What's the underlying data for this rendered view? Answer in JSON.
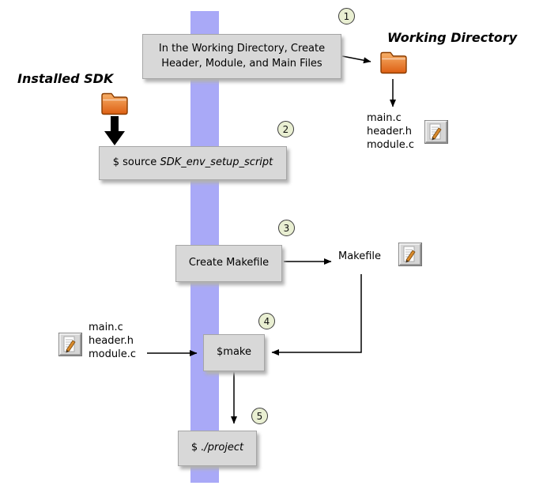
{
  "headings": {
    "installed_sdk": "Installed SDK",
    "working_directory": "Working Directory"
  },
  "steps": {
    "s1": {
      "num": "1",
      "line1": "In the Working Directory, Create",
      "line2": "Header, Module, and Main Files"
    },
    "s2": {
      "num": "2",
      "prefix": "$ source ",
      "script": "SDK_env_setup_script"
    },
    "s3": {
      "num": "3",
      "label": "Create Makefile"
    },
    "s4": {
      "num": "4",
      "label": "$make"
    },
    "s5": {
      "num": "5",
      "prefix": "$ ",
      "command": "./project"
    }
  },
  "labels": {
    "makefile": "Makefile"
  },
  "files": {
    "working_dir": [
      "main.c",
      "header.h",
      "module.c"
    ],
    "inputs": [
      "main.c",
      "header.h",
      "module.c"
    ]
  },
  "icons": {
    "folder": "folder-icon",
    "editor": "text-editor-icon"
  },
  "colors": {
    "band": "#a9a9f7",
    "box_fill": "#d8d8d8",
    "circle_fill": "#e9efd2",
    "folder_orange": "#e06010"
  }
}
